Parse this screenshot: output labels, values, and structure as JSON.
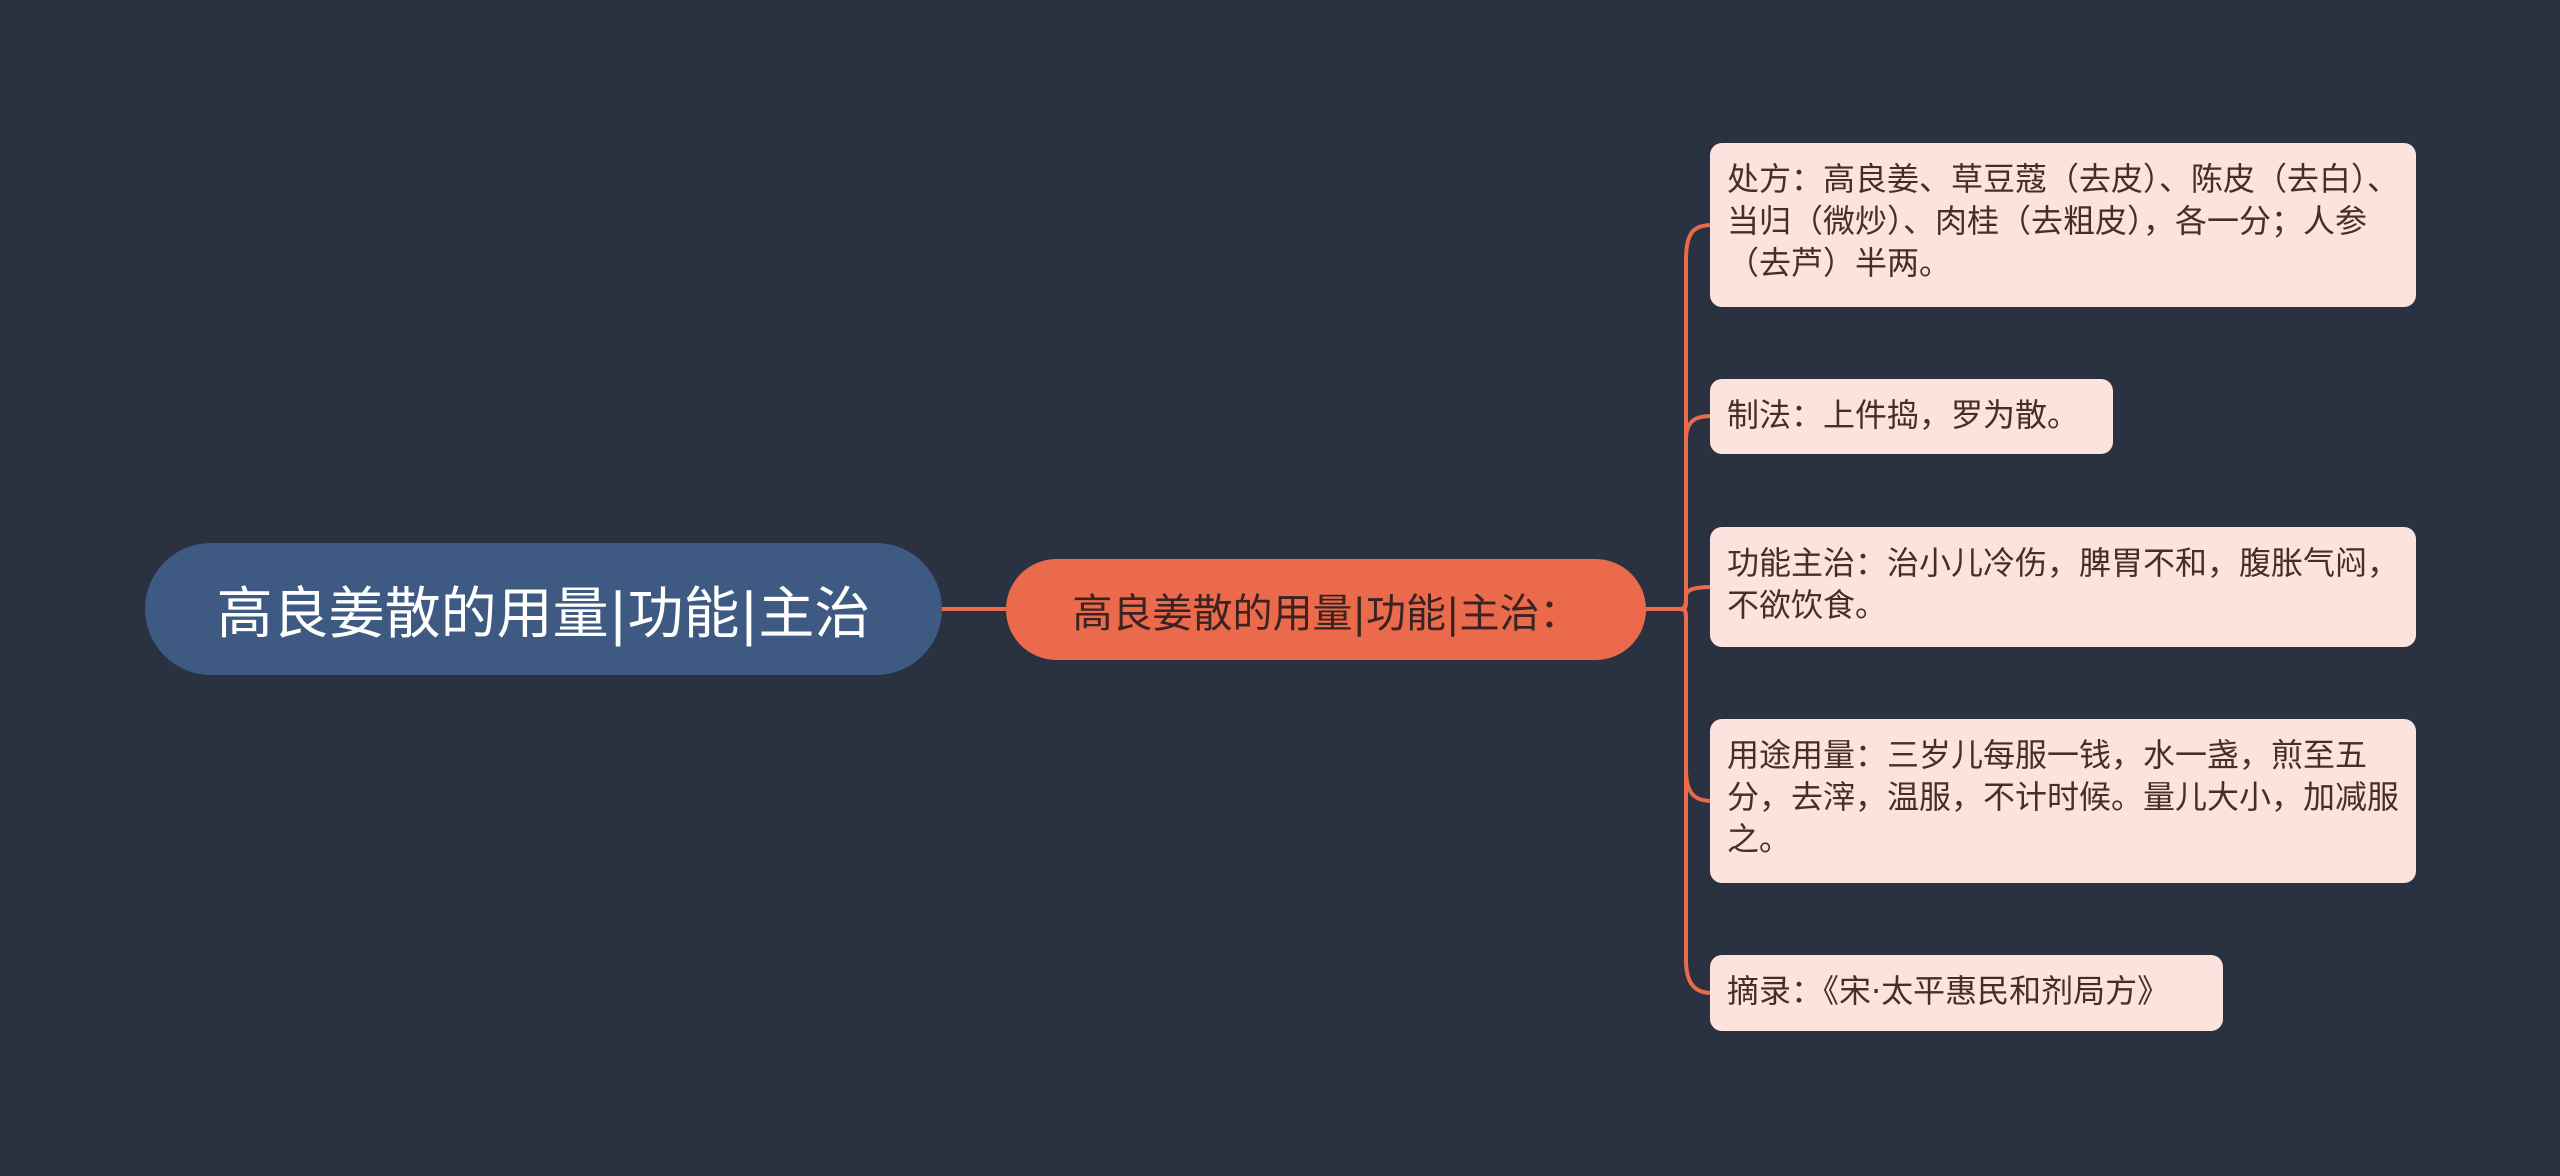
{
  "root": {
    "label": "高良姜散的用量|功能|主治"
  },
  "branch": {
    "label": "高良姜散的用量|功能|主治："
  },
  "leaves": [
    {
      "label": "处方：高良姜、草豆蔻（去皮）、陈皮（去白）、当归（微炒）、肉桂（去粗皮），各一分；人参（去芦）半两。"
    },
    {
      "label": "制法：上件捣，罗为散。"
    },
    {
      "label": "功能主治：治小儿冷伤，脾胃不和，腹胀气闷，不欲饮食。"
    },
    {
      "label": "用途用量：三岁儿每服一钱，水一盏，煎至五分，去滓，温服，不计时候。量儿大小，加减服之。"
    },
    {
      "label": "摘录：《宋·太平惠民和剂局方》"
    }
  ],
  "colors": {
    "background": "#2a3241",
    "root_fill": "#3e5a83",
    "branch_fill": "#eb6a4c",
    "leaf_fill": "#fce3dd",
    "connector": "#eb6a4c"
  }
}
